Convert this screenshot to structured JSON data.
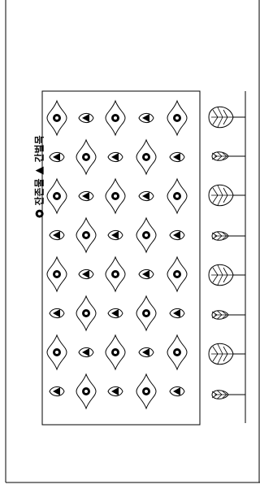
{
  "legend": {
    "circle_symbol": "circle-eye-icon",
    "circle_label": "잔존물",
    "triangle_symbol": "triangle-eye-icon",
    "triangle_label": "간벌목"
  },
  "grid": {
    "columns": 5,
    "rows": 8,
    "pattern_note_colors": {
      "line": "#000000",
      "fill": "#ffffff"
    }
  },
  "trees_right": {
    "count": 8,
    "alternate_sizes": [
      "large",
      "small"
    ]
  }
}
